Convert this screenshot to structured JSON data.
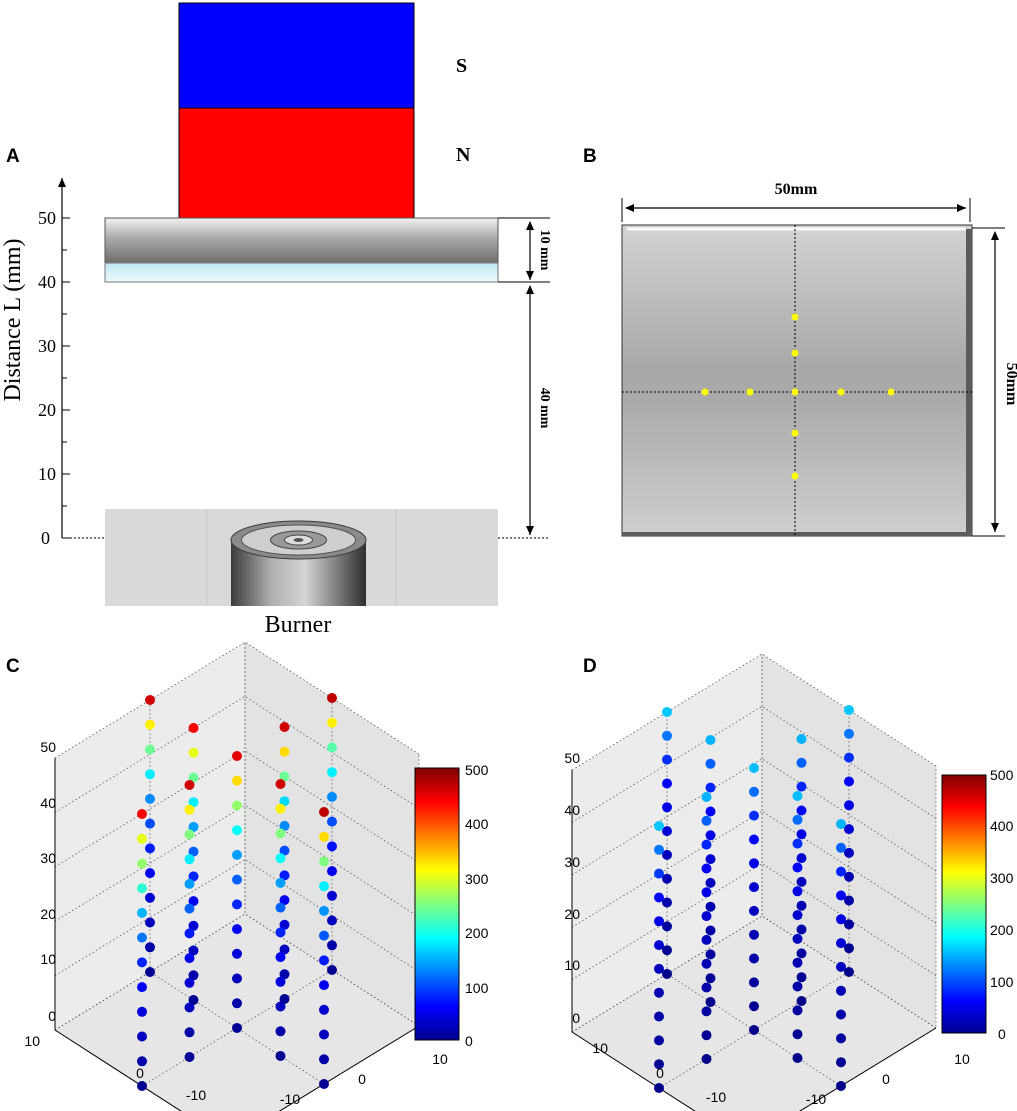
{
  "panels": {
    "A": {
      "letter": "A",
      "magnet_top_label": "S",
      "magnet_bottom_label": "N",
      "y_axis_label": "Distance L (mm)",
      "y_ticks": [
        "50",
        "40",
        "30",
        "20",
        "10",
        "0"
      ],
      "plate_thickness_label": "10 mm",
      "gap_label": "40 mm",
      "burner_label": "Burner",
      "colors": {
        "magnet_s": "#0000ff",
        "magnet_n": "#ff0000"
      }
    },
    "B": {
      "letter": "B",
      "width_label": "50mm",
      "height_label": "50mm",
      "point_color": "#ffff00"
    },
    "C": {
      "letter": "C",
      "z_ticks": [
        "50",
        "40",
        "30",
        "20",
        "10",
        "0"
      ],
      "x_ticks": [
        "10",
        "0",
        "-10"
      ],
      "y_ticks": [
        "10",
        "0",
        "-10"
      ],
      "colorbar_ticks": [
        "500",
        "400",
        "300",
        "200",
        "100",
        "0"
      ]
    },
    "D": {
      "letter": "D",
      "z_ticks": [
        "50",
        "40",
        "30",
        "20",
        "10",
        "0"
      ],
      "x_ticks": [
        "10",
        "0",
        "-10"
      ],
      "y_ticks": [
        "10",
        "0",
        "-10"
      ],
      "colorbar_ticks": [
        "500",
        "400",
        "300",
        "200",
        "100",
        "0"
      ]
    }
  },
  "chart_data": [
    {
      "type": "scatter",
      "panel": "C",
      "dimensions": "3d",
      "colormap": "jet",
      "color_range": [
        0,
        500
      ],
      "z_range": [
        0,
        50
      ],
      "x_range": [
        -10,
        10
      ],
      "y_range": [
        -10,
        10
      ],
      "grid": true,
      "columns": [
        {
          "x": -10,
          "y": 0,
          "values": [
            10,
            20,
            30,
            45,
            60,
            80,
            120,
            150,
            210,
            260,
            300,
            440
          ]
        },
        {
          "x": -5,
          "y": 0,
          "values": [
            10,
            20,
            30,
            40,
            55,
            75,
            110,
            140,
            180,
            250,
            320,
            460
          ]
        },
        {
          "x": 0,
          "y": 0,
          "values": [
            10,
            20,
            30,
            45,
            60,
            80,
            110,
            140,
            190,
            260,
            330,
            450
          ]
        },
        {
          "x": 5,
          "y": 0,
          "values": [
            10,
            20,
            30,
            40,
            55,
            75,
            100,
            130,
            170,
            240,
            330,
            460
          ]
        },
        {
          "x": 10,
          "y": 0,
          "values": [
            10,
            20,
            30,
            40,
            50,
            70,
            100,
            130,
            180,
            230,
            320,
            470
          ]
        },
        {
          "x": 0,
          "y": -10,
          "values": [
            10,
            20,
            30,
            40,
            55,
            75,
            105,
            135,
            180,
            250,
            330,
            470
          ]
        },
        {
          "x": 0,
          "y": -5,
          "values": [
            10,
            20,
            30,
            45,
            60,
            80,
            110,
            140,
            190,
            250,
            320,
            460
          ]
        },
        {
          "x": 0,
          "y": 5,
          "values": [
            10,
            20,
            30,
            40,
            55,
            80,
            110,
            140,
            180,
            240,
            300,
            440
          ]
        },
        {
          "x": 0,
          "y": 10,
          "values": [
            10,
            20,
            30,
            40,
            55,
            75,
            100,
            130,
            180,
            240,
            320,
            460
          ]
        }
      ]
    },
    {
      "type": "scatter",
      "panel": "D",
      "dimensions": "3d",
      "colormap": "jet",
      "color_range": [
        0,
        500
      ],
      "z_range": [
        0,
        50
      ],
      "x_range": [
        -10,
        10
      ],
      "y_range": [
        -10,
        10
      ],
      "grid": true,
      "columns": [
        {
          "x": -10,
          "y": 0,
          "values": [
            5,
            10,
            15,
            20,
            25,
            30,
            40,
            50,
            65,
            90,
            120,
            160
          ]
        },
        {
          "x": -5,
          "y": 0,
          "values": [
            5,
            10,
            15,
            20,
            25,
            30,
            40,
            50,
            60,
            80,
            110,
            150
          ]
        },
        {
          "x": 0,
          "y": 0,
          "values": [
            5,
            10,
            15,
            20,
            25,
            30,
            40,
            50,
            65,
            85,
            115,
            155
          ]
        },
        {
          "x": 5,
          "y": 0,
          "values": [
            5,
            10,
            15,
            20,
            25,
            30,
            40,
            50,
            60,
            80,
            110,
            150
          ]
        },
        {
          "x": 10,
          "y": 0,
          "values": [
            5,
            10,
            15,
            20,
            25,
            30,
            40,
            50,
            60,
            85,
            120,
            160
          ]
        },
        {
          "x": 0,
          "y": -10,
          "values": [
            5,
            10,
            15,
            20,
            25,
            30,
            40,
            50,
            60,
            80,
            110,
            150
          ]
        },
        {
          "x": 0,
          "y": -5,
          "values": [
            5,
            10,
            15,
            20,
            25,
            30,
            40,
            50,
            65,
            85,
            115,
            155
          ]
        },
        {
          "x": 0,
          "y": 5,
          "values": [
            5,
            10,
            15,
            20,
            25,
            30,
            40,
            50,
            60,
            80,
            110,
            150
          ]
        },
        {
          "x": 0,
          "y": 10,
          "values": [
            5,
            10,
            15,
            20,
            25,
            30,
            40,
            50,
            60,
            85,
            120,
            160
          ]
        }
      ]
    }
  ]
}
